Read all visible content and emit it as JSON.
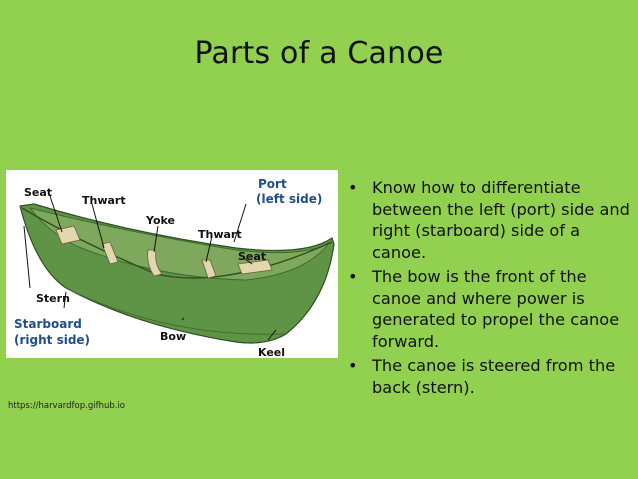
{
  "slide": {
    "title": "Parts of a Canoe",
    "credit": "https://harvardfop.gifhub.io",
    "background_color": "#92d050"
  },
  "diagram": {
    "labels": {
      "seat_left": "Seat",
      "thwart_left": "Thwart",
      "yoke": "Yoke",
      "thwart_right": "Thwart",
      "seat_right": "Seat",
      "port_line1": "Port",
      "port_line2": "(left side)",
      "stern": "Stern",
      "starboard_line1": "Starboard",
      "starboard_line2": "(right side)",
      "bow": "Bow",
      "keel": "Keel"
    },
    "colors": {
      "hull": "#5f9447",
      "hull_dark": "#3e6b2f",
      "inner": "#8db36b",
      "seat_wood": "#e3d7b0",
      "side_label": "#1f4e8c"
    }
  },
  "bullets": [
    "Know how to differentiate between the left (port) side and right  (starboard) side of a canoe.",
    "The bow is the front of the canoe and where power is generated to propel the canoe forward.",
    "The canoe is steered from the back (stern)."
  ]
}
